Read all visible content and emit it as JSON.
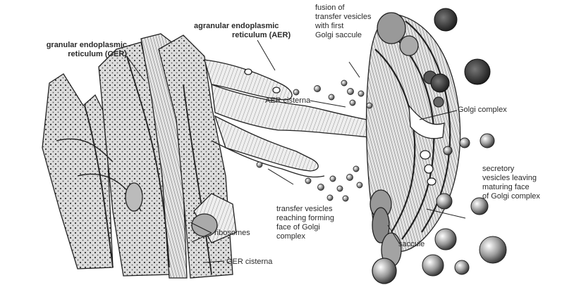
{
  "labels": {
    "ger": [
      "granular endoplasmic",
      "reticulum (GER)"
    ],
    "aer": [
      "agranular endoplasmic",
      "reticulum (AER)"
    ],
    "fusion": [
      "fusion of",
      "transfer vesicles",
      "with first",
      "Golgi saccule"
    ],
    "aer_cisterna": "AER cisterna",
    "golgi_complex": "Golgi complex",
    "secretory": [
      "secretory",
      "vesicles leaving",
      "maturing face",
      "of Golgi complex"
    ],
    "transfer": [
      "transfer vesicles",
      "reaching forming",
      "face of Golgi",
      "complex"
    ],
    "ribosomes": "ribosomes",
    "saccule": "saccule",
    "ger_cisterna": "GER cisterna"
  },
  "colors": {
    "ink": "#2a2a2a",
    "dark_vesicle": "#3a3a3a",
    "stipple_bg": "#d9d9d9"
  }
}
